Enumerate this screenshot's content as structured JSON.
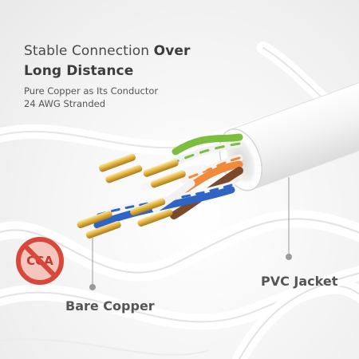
{
  "headline": {
    "line1_prefix": "Stable Connection ",
    "line1_bold": "Over",
    "line2_bold": "Long Distance"
  },
  "subtext": {
    "line1": "Pure Copper as Its Conductor",
    "line2": "24 AWG Stranded"
  },
  "labels": {
    "jacket": "PVC Jacket",
    "copper": "Bare Copper"
  },
  "badge": {
    "text": "CCA",
    "icon": "no-cca-prohibition-icon"
  },
  "colors": {
    "badge_red": "#d9463a",
    "copper_gold": "#e0b23c",
    "wire_green": "#7cbf3f",
    "wire_orange": "#ef8b3a",
    "wire_blue": "#2f63c4",
    "wire_brown": "#7a4a2a",
    "jacket_white": "#f7f7f7"
  }
}
